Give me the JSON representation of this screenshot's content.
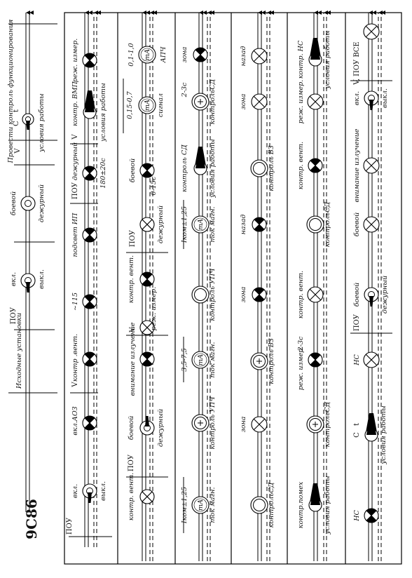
{
  "title": "9С86",
  "instrument_labels": {
    "ma": "mA",
    "plus": "+",
    "v": "V",
    "t_symbol": "t",
    "c_symbol": "C",
    "deg_symbol": "0"
  },
  "initial_setup": "Исходные установки",
  "check_text": "Провести контроль функционирования",
  "col1": {
    "pou": "ПОУ",
    "on": "вкл.",
    "off": "выкл.",
    "combat": "боевой",
    "standby": "дежурный",
    "v": "V",
    "conditions": "условия работы"
  },
  "col2": {
    "pou": "ПОУ",
    "on": "вкл.",
    "off": "выкл.",
    "aoz": "вкл.АОЗ",
    "v": "V",
    "vent_ctrl": "контр .вент.",
    "ac115": "~115",
    "ip_light": "подсвет ИП",
    "pou2": "ПОУ",
    "standby": "дежурный",
    "time": "180±20с",
    "v2": "V",
    "vmp_ctrl": "контр. ВМП",
    "conditions": "условия работы",
    "meas_mode": "реж. измер."
  },
  "col3": {
    "vent_ctrl": "контр. вент.",
    "pou": "ПОУ",
    "combat": "боевой",
    "standby": "дежурный",
    "v": "V",
    "attention": "внимание излучение",
    "meas_mode": "реж. измер.",
    "vent_ctrl2": "контр. вент.",
    "pou2": "ПОУ",
    "standby2": "дежурный",
    "time015": "0-15с",
    "combat2": "боевой",
    "val1": "0,15-0,7",
    "signal": "сигнал",
    "val2": "0,1-1,0",
    "apch": "АПЧ"
  },
  "col4": {
    "ikom1": "Iком±1,25",
    "tok1": "ток магн.",
    "upch_ctrl1": "контроль УПЧ",
    "val3575": "3,5-7,5",
    "tok2": "ток магн.",
    "upch_ctrl2": "контроль УПЧ",
    "ikom2": "Iком±1,25",
    "tok3": "ток магн.",
    "sd_ctrl": "контроль СД",
    "conditions": "условия работы",
    "sd_ctrl2": "контрольСД",
    "t23": "2-3с",
    "zone": "зона"
  },
  "col5": {
    "sd_ctrl": "контрольСД",
    "zone": "зона",
    "vz_ctrl": "контроль ВЗ",
    "zone2": "зона",
    "back": "назад",
    "vz_ctrl2": "контроль ВЗ",
    "zone3": "зона",
    "back2": "назад"
  },
  "col6": {
    "noise_ctrl": "контр.помех",
    "conditions": "условия работы",
    "sd_ctrl": "контрольСД",
    "t23": "2-3с",
    "meas_mode": "реж. измер.",
    "vent_ctrl": "контр. вент.",
    "sd_ctrl2": "контрольСД",
    "vent_ctrl2": "контр. вент.",
    "meas_mode2": "реж. измер.",
    "ns_ctrl": "контр. НС",
    "conditions2": "условия работы"
  },
  "col7": {
    "ns": "НС",
    "conditions": "условия работы",
    "ns2": "НС",
    "pou": "ПОУ",
    "combat": "боевой",
    "standby": "дежурный",
    "attention": "внимание излучение",
    "on": "вкл.",
    "off": "выкл.",
    "v_pou_all": "V, ПОУ ВСЕ"
  }
}
